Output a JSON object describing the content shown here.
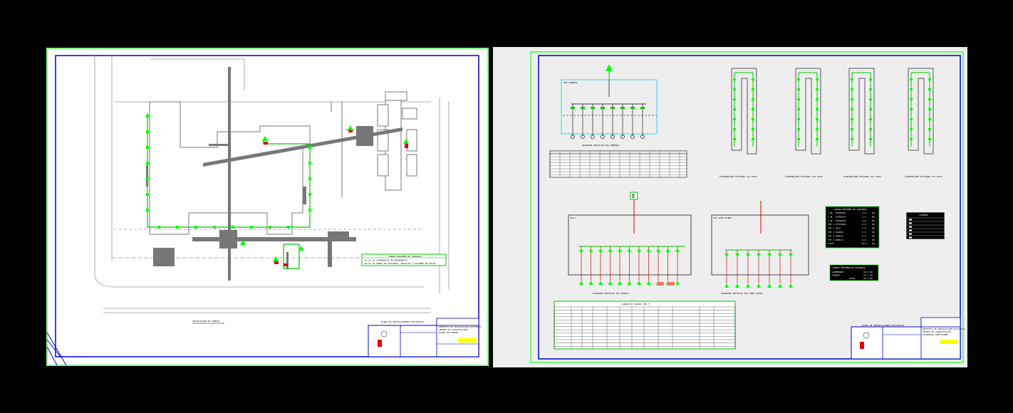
{
  "left_sheet": {
    "plan_caption": "INSTALACION DE FUERZA",
    "legend_title": "CUADRO RESUMEN DE LAMPARAS",
    "legend_rows": [
      "01 01 01 LUMINARIAS DE EMERGENCIA",
      "02 01 01 AREAS DE OFICINAS, PASILLOS Y SALONES DE AULAS"
    ],
    "titleblock_caption": "PLANO DE INSTALACIONES ELECTRICAS",
    "titleblock_lines": [
      "PROYECTO DE INSTALACION ELECTRICA",
      "CENTRO DE CAPACITACION",
      "PLANO DE FUERZA"
    ]
  },
  "right_sheet": {
    "main_board_label": "TDA GENERAL",
    "unifilar_captions": [
      "DIAGRAMA UNIFILAR TDA GENERAL",
      "DIAGRAMA UNIFILAR TDA FUERZA",
      "DIAGRAMA UNIFILAR TDA AIRE ACOND."
    ],
    "floor_plan_captions": [
      "ILUMINACION OFICINAS 1er PISO",
      "ILUMINACION OFICINAS 2do PISO",
      "ILUMINACION OFICINAS 3er PISO",
      "ILUMINACION OFICINAS 4to PISO"
    ],
    "board_labels": [
      "TDA F",
      "TDF AIRE ACOND."
    ],
    "tag_e": "E",
    "summary_table": {
      "title": "CUADRO RESUMEN DE TABLEROS",
      "rows": [
        [
          "1 BL. ESTUDIOS",
          "5.6",
          "KW"
        ],
        [
          "1 BL. ESTUDIOS",
          "3.4",
          "KW"
        ],
        [
          "1 BL. ESTUDIOS",
          "3.6",
          "KW"
        ],
        [
          "TDF 1 OFICINAS",
          "2.6",
          "KW"
        ],
        [
          "TDF 1 SALA",
          "7.9",
          "KW"
        ],
        [
          "TDF 2 PLANTA",
          "5.0",
          "KW"
        ],
        [
          "TDF 3 DIBUJO",
          "4.2",
          "KW"
        ],
        [
          "TDF 4 DIBUJO",
          "4.0",
          "KW"
        ],
        [
          "TOTAL",
          "36.3",
          "KW"
        ]
      ]
    },
    "power_table": {
      "title": "CUADRO RESUMEN DE POTENCIA",
      "rows": [
        [
          "ALUMBRADO",
          "14.8 KW"
        ],
        [
          "FUERZA",
          "21.5 KW"
        ],
        [
          "TOTAL",
          "36.3 KW"
        ]
      ]
    },
    "symbols_legend_title": "LEYENDA",
    "loads_table_title": "CUADRO DE CARGAS TDA F",
    "titleblock_caption": "PLANO DE INSTALACIONES ELECTRICAS",
    "titleblock_lines": [
      "PROYECTO DE INSTALACION ELECTRICA",
      "CENTRO DE CAPACITACION",
      "DIAGRAMAS UNIFILARES"
    ]
  },
  "colors": {
    "background": "#000000",
    "left_paper": "#ffffff",
    "right_paper": "#eeeeee",
    "border_blue": "#0000c8",
    "frame_green": "#00ff00",
    "wire_red": "#e00000",
    "wall_gray": "#777777"
  }
}
